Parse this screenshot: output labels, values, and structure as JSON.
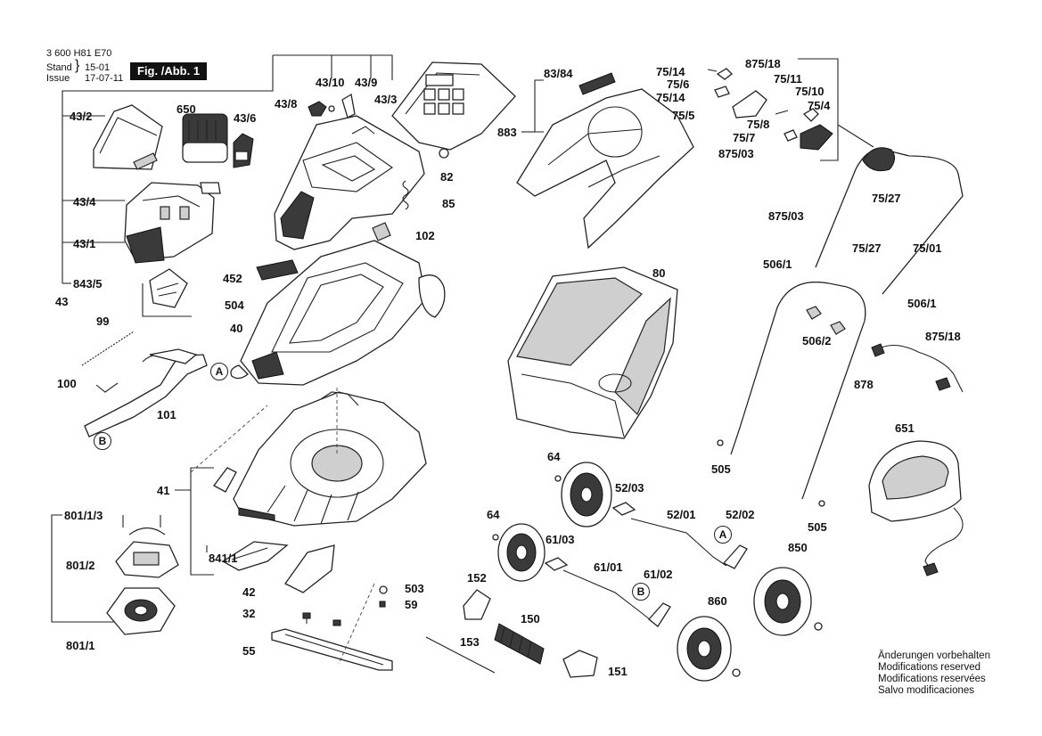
{
  "header": {
    "doc_number": "3 600 H81 E70",
    "stand_label": "Stand",
    "issue_label": "Issue",
    "stand_value": "15-01",
    "issue_value": "17-07-11",
    "figure_label": "Fig. /Abb. 1"
  },
  "callouts": {
    "A_top": "A",
    "A_mid": "A",
    "B_left": "B",
    "B_mid": "B"
  },
  "parts": {
    "p43_2": "43/2",
    "p650": "650",
    "p43_6": "43/6",
    "p43_8": "43/8",
    "p43_10": "43/10",
    "p43_9": "43/9",
    "p43_3": "43/3",
    "p43_4": "43/4",
    "p43_1": "43/1",
    "p843_5": "843/5",
    "p43": "43",
    "p99": "99",
    "p100": "100",
    "p101": "101",
    "p82": "82",
    "p85": "85",
    "p102": "102",
    "p452": "452",
    "p504": "504",
    "p40": "40",
    "p41": "41",
    "p801_1_3": "801/1/3",
    "p801_2": "801/2",
    "p801_1": "801/1",
    "p841_1": "841/1",
    "p42": "42",
    "p32": "32",
    "p503": "503",
    "p59": "59",
    "p55": "55",
    "p83_84": "83/84",
    "p883": "883",
    "p80": "80",
    "p75_14a": "75/14",
    "p75_6": "75/6",
    "p75_14b": "75/14",
    "p75_5": "75/5",
    "p875_18a": "875/18",
    "p75_11": "75/11",
    "p75_10": "75/10",
    "p75_4": "75/4",
    "p75_8": "75/8",
    "p75_7": "75/7",
    "p875_03a": "875/03",
    "p75_27a": "75/27",
    "p875_03b": "875/03",
    "p75_27b": "75/27",
    "p75_01": "75/01",
    "p506_1a": "506/1",
    "p506_1b": "506/1",
    "p506_2": "506/2",
    "p875_18b": "875/18",
    "p878": "878",
    "p505a": "505",
    "p505b": "505",
    "p651": "651",
    "p64a": "64",
    "p52_03": "52/03",
    "p52_01": "52/01",
    "p52_02": "52/02",
    "p64b": "64",
    "p61_03": "61/03",
    "p61_01": "61/01",
    "p61_02": "61/02",
    "p850": "850",
    "p152": "152",
    "p150": "150",
    "p860": "860",
    "p153": "153",
    "p151": "151"
  },
  "notes": [
    "Änderungen vorbehalten",
    "Modifications reserved",
    "Modifications reservées",
    "Salvo modificaciones"
  ]
}
